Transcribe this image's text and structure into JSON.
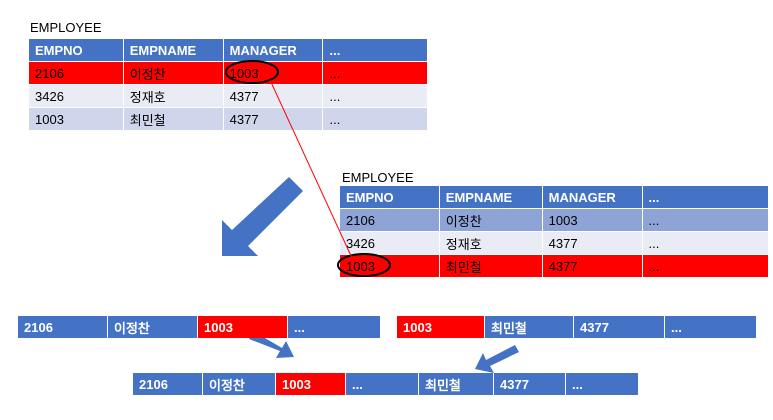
{
  "top_table": {
    "caption": "EMPLOYEE",
    "headers": [
      "EMPNO",
      "EMPNAME",
      "MANAGER",
      "..."
    ],
    "rows": [
      [
        "2106",
        "이정찬",
        "1003",
        "..."
      ],
      [
        "3426",
        "정재호",
        "4377",
        "..."
      ],
      [
        "1003",
        "최민철",
        "4377",
        "..."
      ]
    ]
  },
  "right_table": {
    "caption": "EMPLOYEE",
    "headers": [
      "EMPNO",
      "EMPNAME",
      "MANAGER",
      "..."
    ],
    "rows": [
      [
        "2106",
        "이정찬",
        "1003",
        "..."
      ],
      [
        "3426",
        "정재호",
        "4377",
        "..."
      ],
      [
        "1003",
        "최민철",
        "4377",
        "..."
      ]
    ]
  },
  "left_bar": [
    "2106",
    "이정찬",
    "1003",
    "..."
  ],
  "right_bar": [
    "1003",
    "최민철",
    "4377",
    "..."
  ],
  "joined_bar": [
    "2106",
    "이정찬",
    "1003",
    "...",
    "최민철",
    "4377",
    "..."
  ],
  "colors": {
    "header_blue": "#4472c4",
    "highlight_red": "#ff0000",
    "connector_red": "#ff0000",
    "arrow_blue": "#4472c4"
  }
}
